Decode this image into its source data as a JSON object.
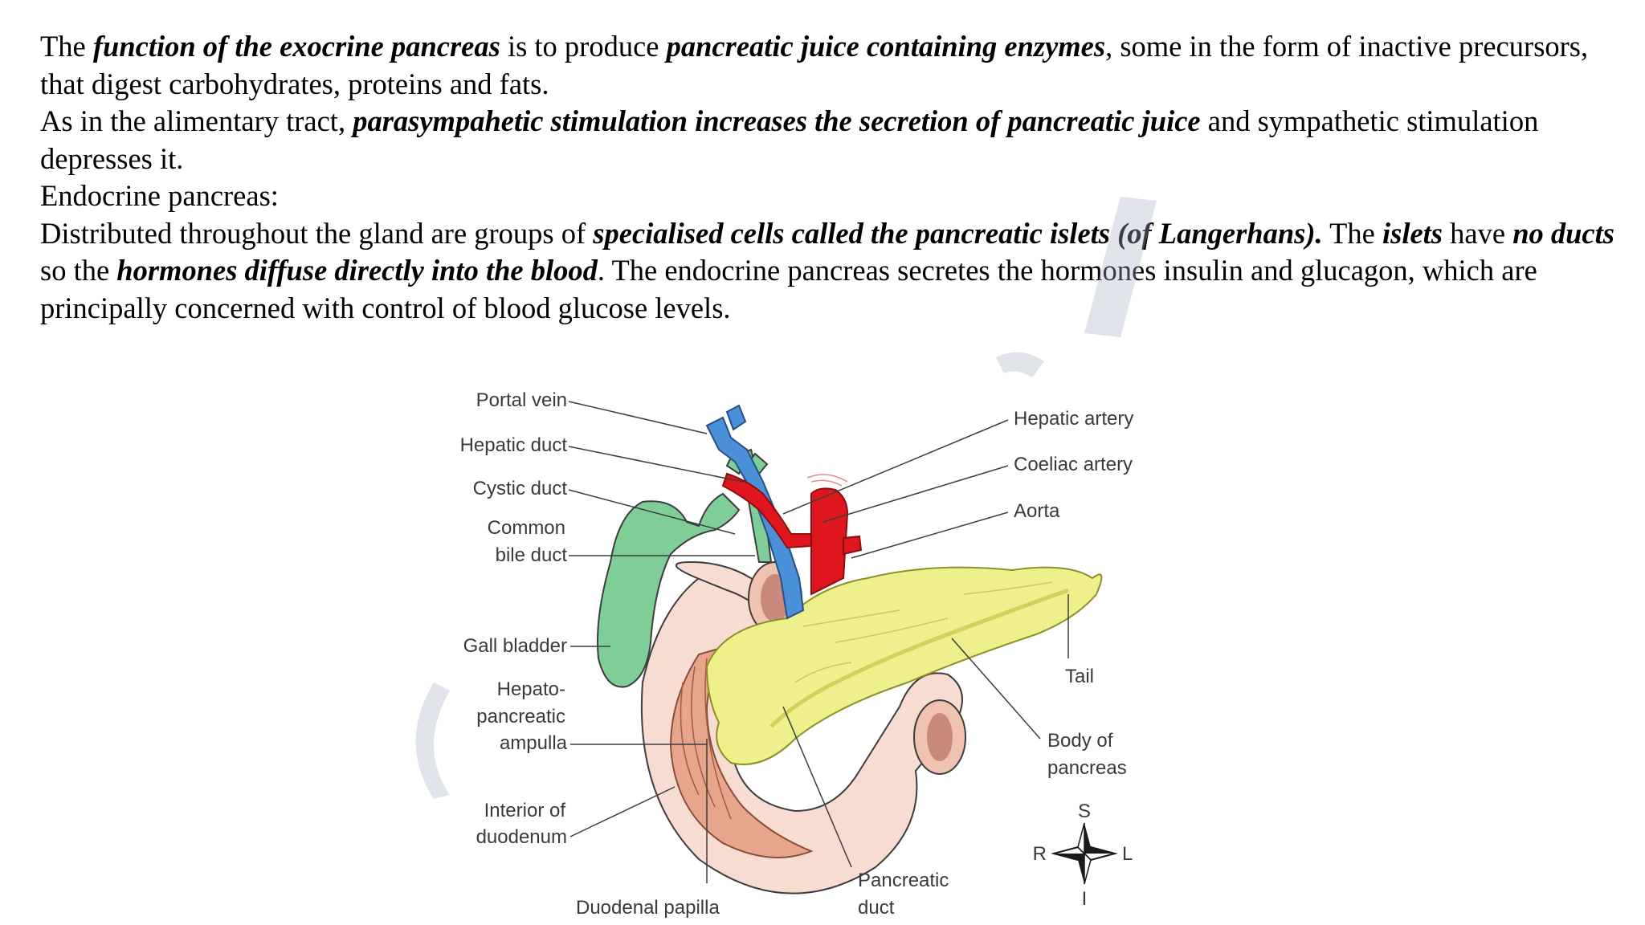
{
  "document": {
    "para1": {
      "t1": "The ",
      "b1": "function of the exocrine pancreas",
      "t2": " is to produce ",
      "b2": "pancreatic juice containing enzymes",
      "t3": ", some in the form of inactive precursors, that digest carbohydrates, proteins and fats."
    },
    "para2": {
      "t1": "As in the alimentary tract, ",
      "b1": "parasympahetic stimulation increases the secretion of pancreatic juice",
      "t2": " and sympathetic stimulation depresses it."
    },
    "heading": "Endocrine pancreas:",
    "para3": {
      "t1": "Distributed throughout the gland are groups of ",
      "b1": "specialised cells called the pancreatic islets (of Langerhans).",
      "t2": " The ",
      "b2": "islets",
      "t3": " have ",
      "b3": "no ducts",
      "t4": " so the ",
      "b4": "hormones diffuse directly into the blood",
      "t5": ". The endocrine pancreas secretes the hormones insulin and glucagon, which are principally concerned with control of blood glucose levels."
    }
  },
  "figure": {
    "labels": {
      "portal_vein": "Portal vein",
      "hepatic_duct": "Hepatic duct",
      "cystic_duct": "Cystic duct",
      "common_bile_duct_1": "Common",
      "common_bile_duct_2": "bile duct",
      "gall_bladder": "Gall bladder",
      "ampulla_1": "Hepato-",
      "ampulla_2": "pancreatic",
      "ampulla_3": "ampulla",
      "interior_1": "Interior of",
      "interior_2": "duodenum",
      "duodenal_papilla": "Duodenal papilla",
      "pancreatic_duct_1": "Pancreatic",
      "pancreatic_duct_2": "duct",
      "hepatic_artery": "Hepatic artery",
      "coeliac_artery": "Coeliac artery",
      "aorta": "Aorta",
      "tail": "Tail",
      "body_1": "Body of",
      "body_2": "pancreas"
    },
    "compass": {
      "n": "S",
      "s": "I",
      "w": "R",
      "e": "L"
    },
    "colors": {
      "bile": "#7fce98",
      "vein": "#4a90d9",
      "artery": "#e0161e",
      "pancreas": "#eef08c",
      "duodenum": "#f7dcd2",
      "duodenum_interior": "#e7a58c"
    }
  }
}
